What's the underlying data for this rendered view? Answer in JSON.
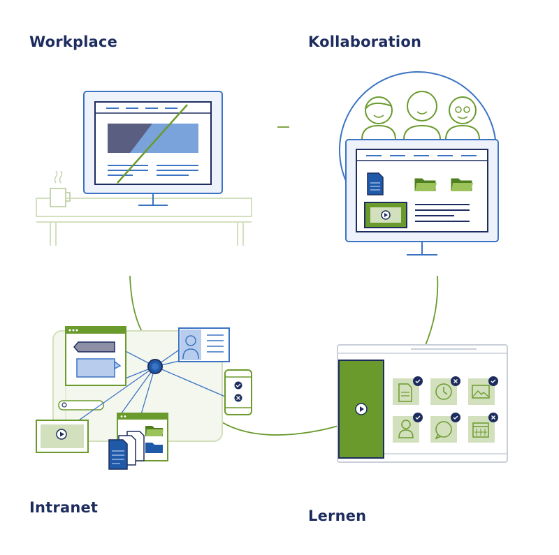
{
  "labels": {
    "workplace": "Workplace",
    "kollaboration": "Kollaboration",
    "intranet": "Intranet",
    "lernen": "Lernen"
  },
  "colors": {
    "navy": "#1d2c5e",
    "blue": "#3a73c2",
    "light_blue": "#9db8e3",
    "green": "#6a9a2c",
    "light_green": "#d3e0bd",
    "pale_green": "#eef3e6",
    "gray": "#c9ced8"
  }
}
